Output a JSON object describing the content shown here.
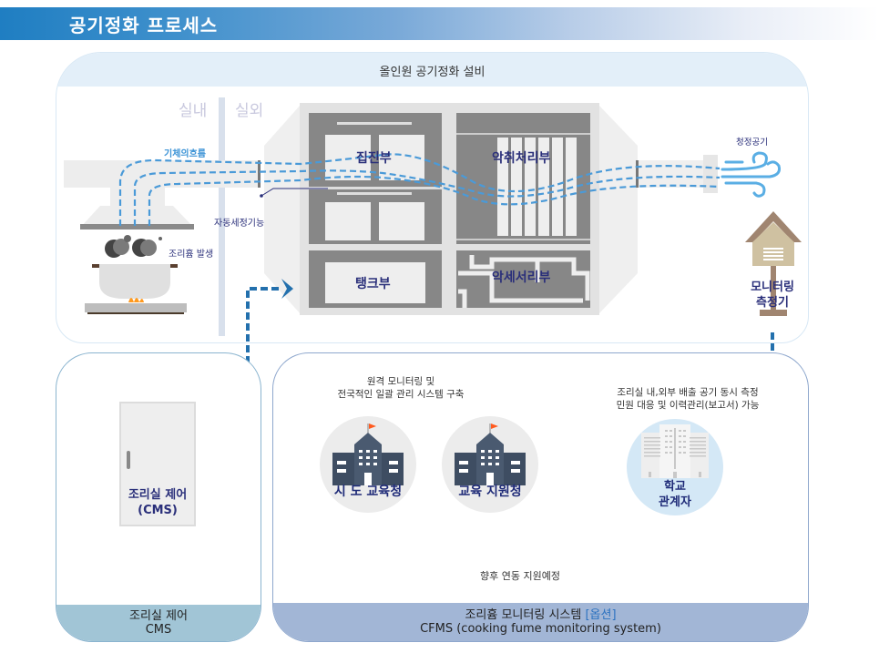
{
  "header": {
    "title": "공기정화 프로세스"
  },
  "top_panel": {
    "title": "올인원 공기정화 설비",
    "indoor_label": "실내",
    "outdoor_label": "실외",
    "gas_flow_label": "기체의흐름",
    "auto_clean_label": "자동세정기능",
    "cooking_fume_label": "조리흄 발생",
    "sections": {
      "dust_collection": "집진부",
      "odor_treatment": "악취처리부",
      "tank": "탱크부",
      "accessory": "악세서리부"
    },
    "clean_air_label": "청정공기",
    "monitor_label_line1": "모니터링",
    "monitor_label_line2": "측정기"
  },
  "cms_panel": {
    "cabinet_line1": "조리실 제어",
    "cabinet_line2": "(CMS)",
    "footer_line1": "조리실 제어",
    "footer_line2": "CMS"
  },
  "cfms_panel": {
    "desc_left_line1": "원격 모니터링 및",
    "desc_left_line2": "전국적인 일괄 관리 시스템 구축",
    "desc_right_line1": "조리실 내,외부 배출 공기 동시 측정",
    "desc_right_line2": "민원 대응 및 이력관리(보고서) 가능",
    "node_province": "시 도 교육청",
    "node_district": "교육 지원청",
    "node_school_line1": "학교",
    "node_school_line2": "관계자",
    "future_label": "향후 연동 지원예정",
    "footer_line1_main": "조리흄 모니터링 시스템 ",
    "footer_line1_option": "[옵션]",
    "footer_line2": "CFMS (cooking fume monitoring system)"
  },
  "colors": {
    "accent_blue": "#1f7ec2",
    "navy_label": "#2a2f7a",
    "flow_dash": "#4a9ad8",
    "connector_blue": "#2370ad",
    "future_dash": "#dddddd"
  }
}
